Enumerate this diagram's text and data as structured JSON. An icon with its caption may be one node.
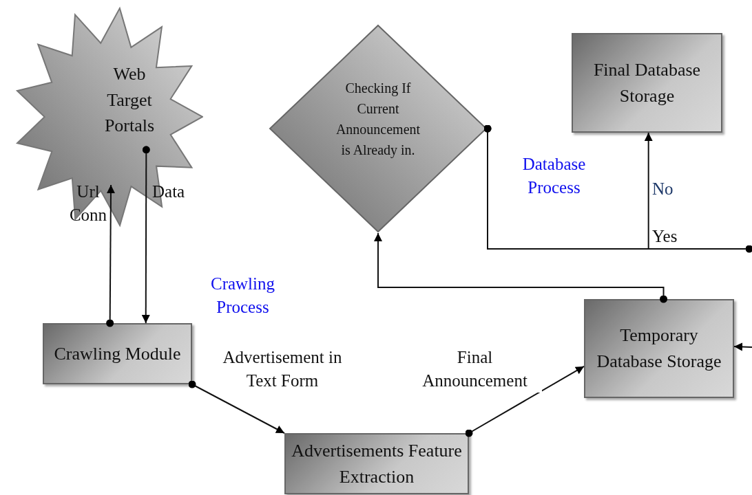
{
  "diagram": {
    "nodes": [
      {
        "text": [
          "Web Target Portals"
        ]
      },
      {
        "text": [
          "Checking If Current Announcement is Already in."
        ]
      },
      {
        "text": [
          "Final Database Storage"
        ]
      },
      {
        "text": [
          "Crawling Module"
        ]
      },
      {
        "text": [
          "Advertisements Feature Extraction"
        ]
      },
      {
        "text": [
          "Temporary Database Storage"
        ]
      }
    ],
    "edges": [
      {
        "from": 3,
        "to": 0,
        "arrow": "to",
        "label": "Url Conn"
      },
      {
        "from": 0,
        "to": 3,
        "arrow": "to",
        "label": "Data"
      },
      {
        "from": 3,
        "to": 4,
        "arrow": "to",
        "label": "Advertisement in Text Form"
      },
      {
        "from": 4,
        "to": 5,
        "arrow": "to",
        "label": "Final Announcement"
      },
      {
        "from": 5,
        "to": 1,
        "arrow": "to"
      },
      {
        "from": 1,
        "to": 2,
        "arrow": "to",
        "label": "No"
      },
      {
        "from": 1,
        "to": null,
        "arrow": "other",
        "label": "Yes"
      },
      {
        "from": null,
        "to": 5,
        "arrow": "to"
      }
    ],
    "labels": [
      "Crawling Process",
      "Database Process"
    ]
  }
}
